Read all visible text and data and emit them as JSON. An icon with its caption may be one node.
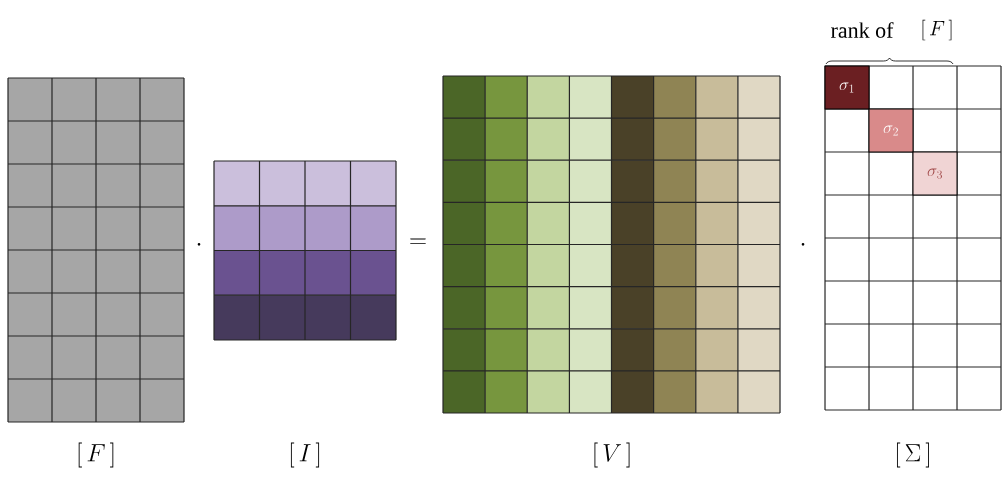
{
  "diagram": {
    "nodes": [
      {
        "text": [],
        "shape": "grid"
      },
      {
        "text": [],
        "shape": "grid"
      },
      {
        "text": [],
        "shape": "grid"
      },
      {
        "text": [],
        "shape": "grid"
      },
      {
        "text": [
          "\\sigma_1"
        ],
        "in": 3
      },
      {
        "text": [
          "\\sigma_2"
        ],
        "in": 3
      },
      {
        "text": [
          "\\sigma_3"
        ],
        "in": 3
      }
    ],
    "labels": [
      "rank of",
      "\\left[\\,F\\,\\right]",
      "\\cdot",
      "=",
      "\\cdot",
      "\\left[\\,F\\,\\right]",
      "\\left[\\,I\\,\\right]",
      "\\left[\\,V\\,\\right]",
      "\\left[\\,\\Sigma\\,\\right]"
    ]
  }
}
